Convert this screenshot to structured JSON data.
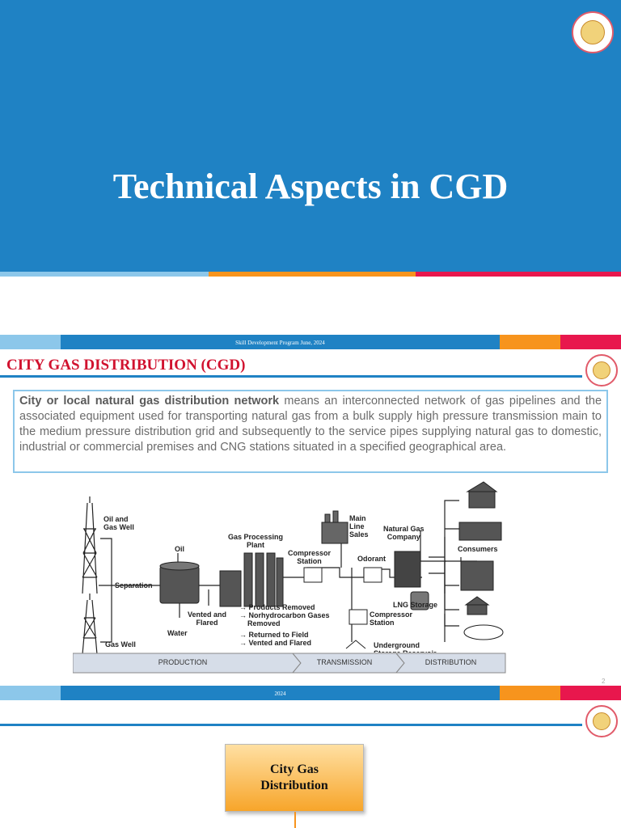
{
  "slide1": {
    "title": "Technical Aspects in CGD"
  },
  "slide2": {
    "band_text": "Skill Development Program June, 2024",
    "heading": "CITY GAS DISTRIBUTION (CGD)",
    "definition_bold": "City or local natural gas distribution network",
    "definition_rest": " means an interconnected network of gas pipelines and the associated equipment used for transporting natural gas from a bulk supply high pressure transmission main to the medium pressure distribution grid and subsequently to the service pipes supplying natural gas to domestic, industrial or commercial premises and CNG stations situated in a specified geographical area.",
    "diagram": {
      "oil_gas_well": "Oil and\nGas Well",
      "gas_well": "Gas Well",
      "separation": "Separation",
      "oil": "Oil",
      "water": "Water",
      "vented_flared": "Vented and\nFlared",
      "gas_processing_plant": "Gas Processing\nPlant",
      "products_removed": "→ Products Removed\n→ Norhydrocarbon Gases\n    Removed",
      "returned_vented": "→ Returned to Field\n→ Vented and Flared",
      "compressor_station_1": "Compressor\nStation",
      "main_line_sales": "Main\nLine\nSales",
      "odorant": "Odorant",
      "natural_gas_company": "Natural Gas\nCompany",
      "compressor_station_2": "Compressor\nStation",
      "lng_storage": "LNG Storage",
      "underground_storage": "Underground\nStorage Reservoir",
      "consumers": "Consumers",
      "phase_production": "PRODUCTION",
      "phase_transmission": "TRANSMISSION",
      "phase_distribution": "DISTRIBUTION"
    },
    "page_number": "2",
    "footer_text": "2024"
  },
  "slide3": {
    "box_label": "City Gas Distribution"
  },
  "colors": {
    "blue": "#1f82c4",
    "light_blue": "#8cc7ea",
    "orange": "#f7941d",
    "red": "#e8174d",
    "heading_red": "#d1122f"
  }
}
